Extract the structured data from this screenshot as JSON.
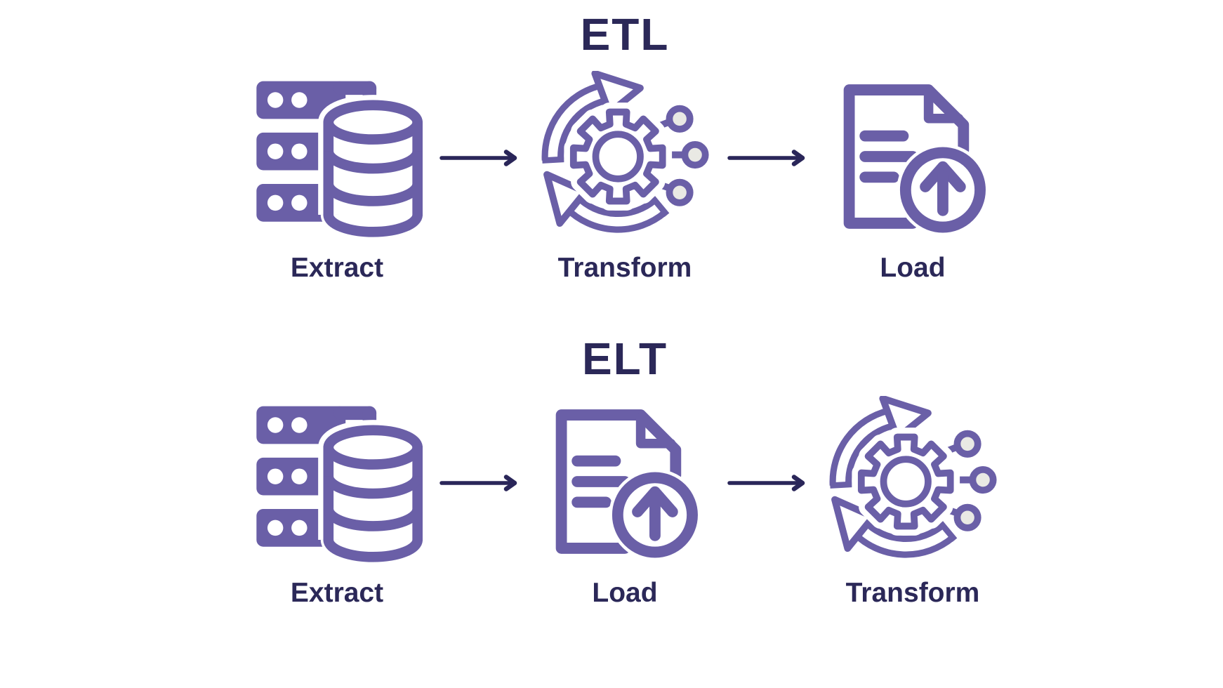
{
  "diagram": {
    "background": "#ffffff",
    "colors": {
      "icon_purple": "#6a5fa7",
      "heading_navy": "#2b2858",
      "arrow_navy": "#2a2659",
      "node_gray": "#e9e9e4"
    },
    "sections": [
      {
        "title": "ETL",
        "steps": [
          {
            "label": "Extract",
            "icon": "server-database-icon"
          },
          {
            "label": "Transform",
            "icon": "process-gear-icon"
          },
          {
            "label": "Load",
            "icon": "document-upload-icon"
          }
        ]
      },
      {
        "title": "ELT",
        "steps": [
          {
            "label": "Extract",
            "icon": "server-database-icon"
          },
          {
            "label": "Load",
            "icon": "document-upload-icon"
          },
          {
            "label": "Transform",
            "icon": "process-gear-icon"
          }
        ]
      }
    ]
  }
}
